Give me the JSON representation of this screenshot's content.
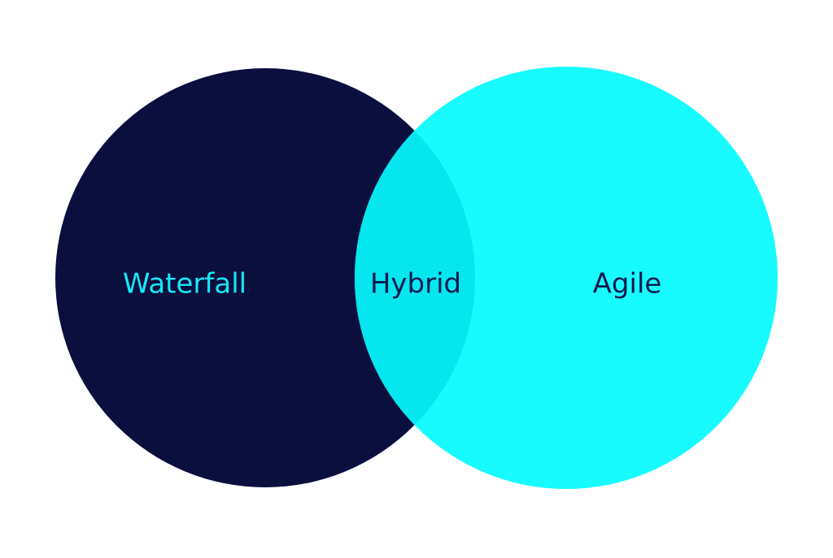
{
  "diagram": {
    "type": "venn",
    "sets": [
      {
        "label": "Waterfall",
        "fill": "#0a0f3e",
        "label_color": "#17e8f5"
      },
      {
        "label": "Agile",
        "fill": "#17fbff",
        "label_color": "#0d1b4d"
      }
    ],
    "intersection": {
      "label": "Hybrid",
      "fill": "#05e6ef",
      "label_color": "#0d1b4d"
    }
  }
}
